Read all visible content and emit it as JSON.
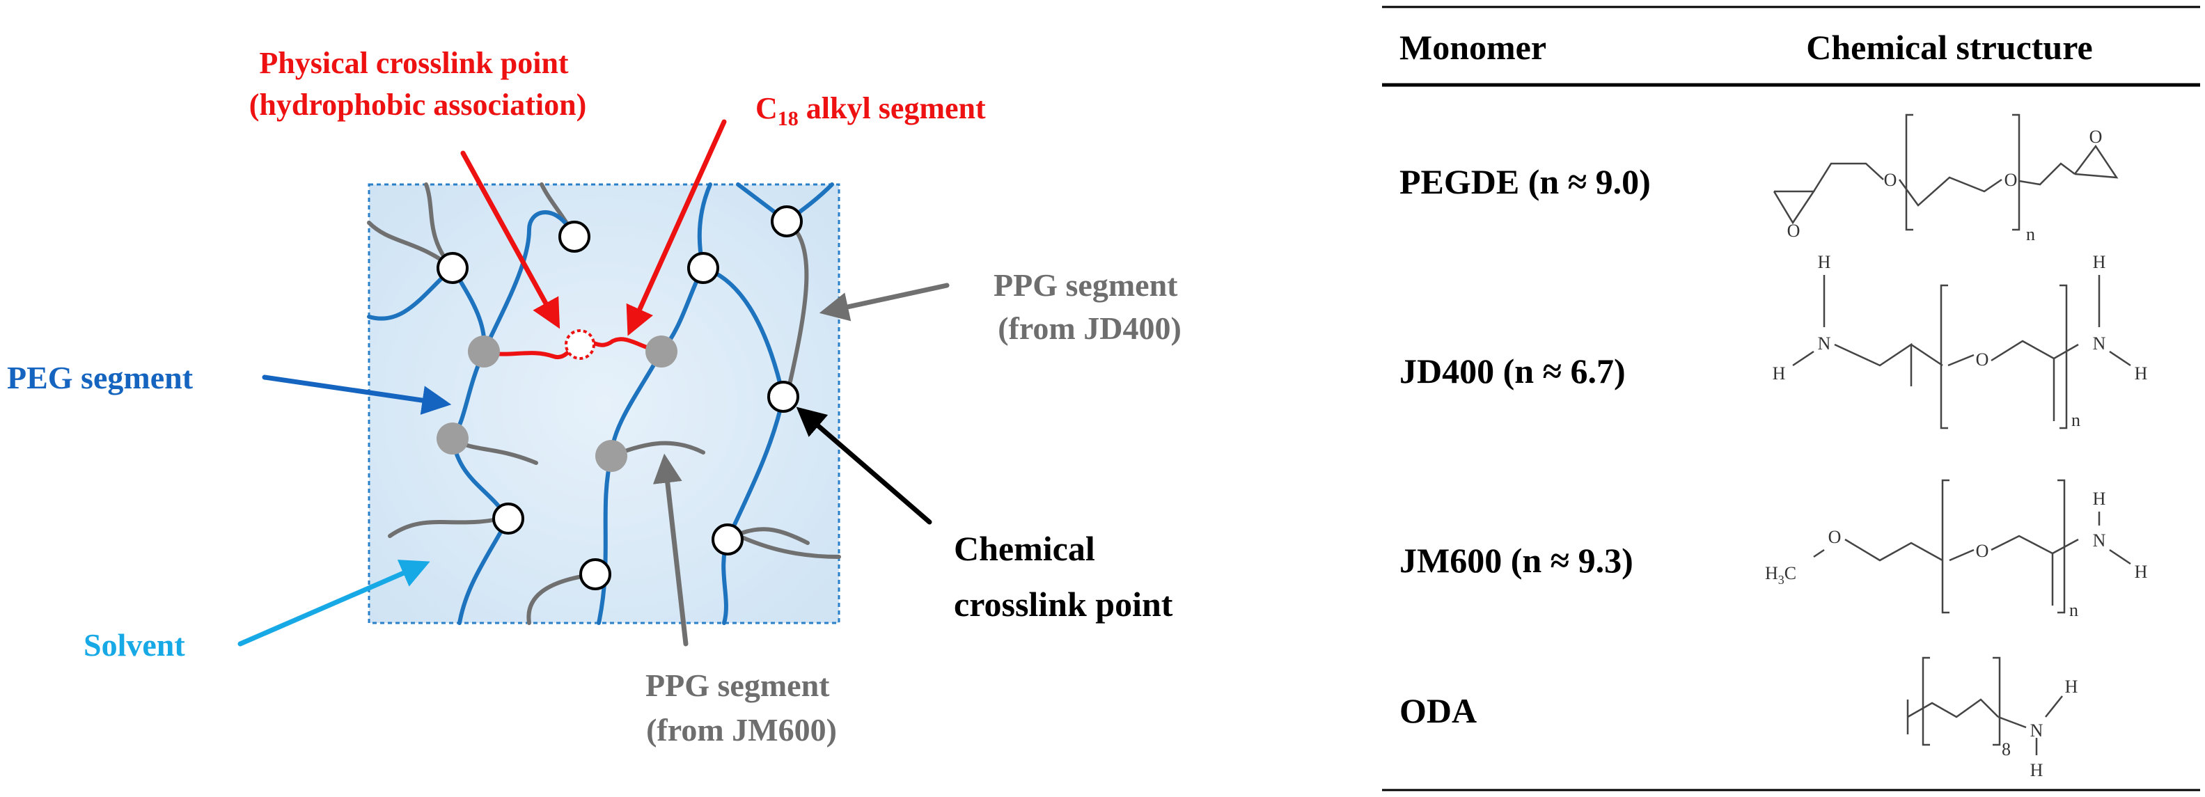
{
  "network_labels": {
    "physical_crosslink": [
      "Physical crosslink point",
      "(hydrophobic association)"
    ],
    "alkyl_segment": {
      "prefix": "C",
      "subscript": "18",
      "suffix": " alkyl segment"
    },
    "ppg_jd400": [
      "PPG segment",
      "(from JD400)"
    ],
    "peg_segment": "PEG segment",
    "chemical_crosslink": [
      "Chemical",
      "crosslink point"
    ],
    "solvent": "Solvent",
    "ppg_jm600": [
      "PPG segment",
      "(from JM600)"
    ]
  },
  "table": {
    "headers": [
      "Monomer",
      "Chemical structure"
    ],
    "rows": [
      {
        "monomer": "PEGDE (n ≈ 9.0)"
      },
      {
        "monomer": "JD400 (n ≈ 6.7)"
      },
      {
        "monomer": "JM600 (n ≈ 9.3)"
      },
      {
        "monomer": "ODA"
      }
    ]
  },
  "structure_text": {
    "O": "O",
    "N": "N",
    "H": "H",
    "n": "n",
    "eight": "8",
    "H3C_main": "H",
    "H3C_sub": "3",
    "H3C_tail": "C"
  },
  "colors": {
    "peg": "#1e73be",
    "ppg": "#707070",
    "alkyl": "#ee1111",
    "physical_label": "#ee1111",
    "peg_label": "#1565c0",
    "solvent_label": "#16a9e6",
    "gray_label": "#6e6e6e",
    "chemical_label": "#000000",
    "network_bg": "#dbeaf7"
  }
}
